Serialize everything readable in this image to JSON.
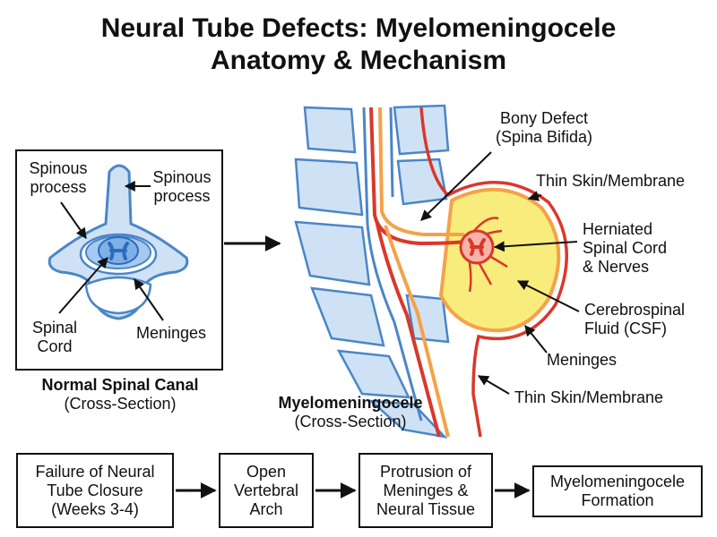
{
  "title": {
    "line1": "Neural Tube Defects: Myelomeningocele",
    "line2": "Anatomy & Mechanism"
  },
  "normal_panel": {
    "labels": {
      "spinous_process_left_1": "Spinous",
      "spinous_process_left_2": "process",
      "spinous_process_right_1": "Spinous",
      "spinous_process_right_2": "process",
      "spinal_cord_1": "Spinal",
      "spinal_cord_2": "Cord",
      "meninges": "Meninges"
    },
    "caption_title": "Normal Spinal Canal",
    "caption_sub": "(Cross-Section)"
  },
  "mmc_panel": {
    "labels": {
      "bony_defect_1": "Bony Defect",
      "bony_defect_2": "(Spina Bifida)",
      "thin_skin_top": "Thin Skin/Membrane",
      "herniated_1": "Herniated",
      "herniated_2": "Spinal Cord",
      "herniated_3": "& Nerves",
      "csf_1": "Cerebrospinal",
      "csf_2": "Fluid (CSF)",
      "meninges": "Meninges",
      "thin_skin_bottom": "Thin Skin/Membrane"
    },
    "caption_title": "Myelomeningocele",
    "caption_sub": "(Cross-Section)"
  },
  "flow": [
    "Failure of Neural\nTube Closure\n(Weeks 3-4)",
    "Open\nVertebral\nArch",
    "Protrusion of\nMeninges &\nNeural Tissue",
    "Myelomeningocele\nFormation"
  ],
  "colors": {
    "bone_fill": "#cfe2f5",
    "bone_stroke": "#4a86c8",
    "cord_red": "#d9382b",
    "cord_orange": "#f4a24a",
    "csf_yellow": "#f8ec7c",
    "cord_core_blue": "#2c6cc0"
  }
}
